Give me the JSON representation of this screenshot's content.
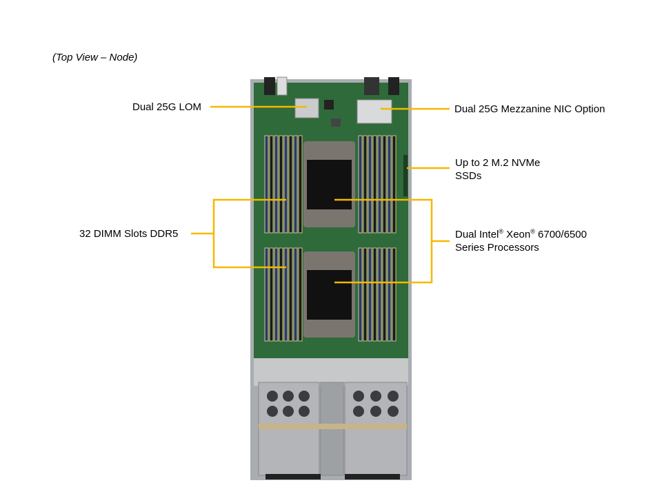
{
  "caption": "(Top View – Node)",
  "callouts": {
    "lom": "Dual 25G LOM",
    "mezz": "Dual 25G Mezzanine NIC Option",
    "nvme_line1": "Up to 2 M.2 NVMe",
    "nvme_line2": "SSDs",
    "dimm": "32 DIMM Slots DDR5",
    "cpu_a": "Dual Intel",
    "cpu_reg1": "®",
    "cpu_b": " Xeon",
    "cpu_reg2": "®",
    "cpu_c": " 6700/6500",
    "cpu_line2": "Series Processors"
  },
  "colors": {
    "callout_line": "#f5b800",
    "pcb": "#2f6a3a",
    "chassis": "#b9bcbf"
  }
}
